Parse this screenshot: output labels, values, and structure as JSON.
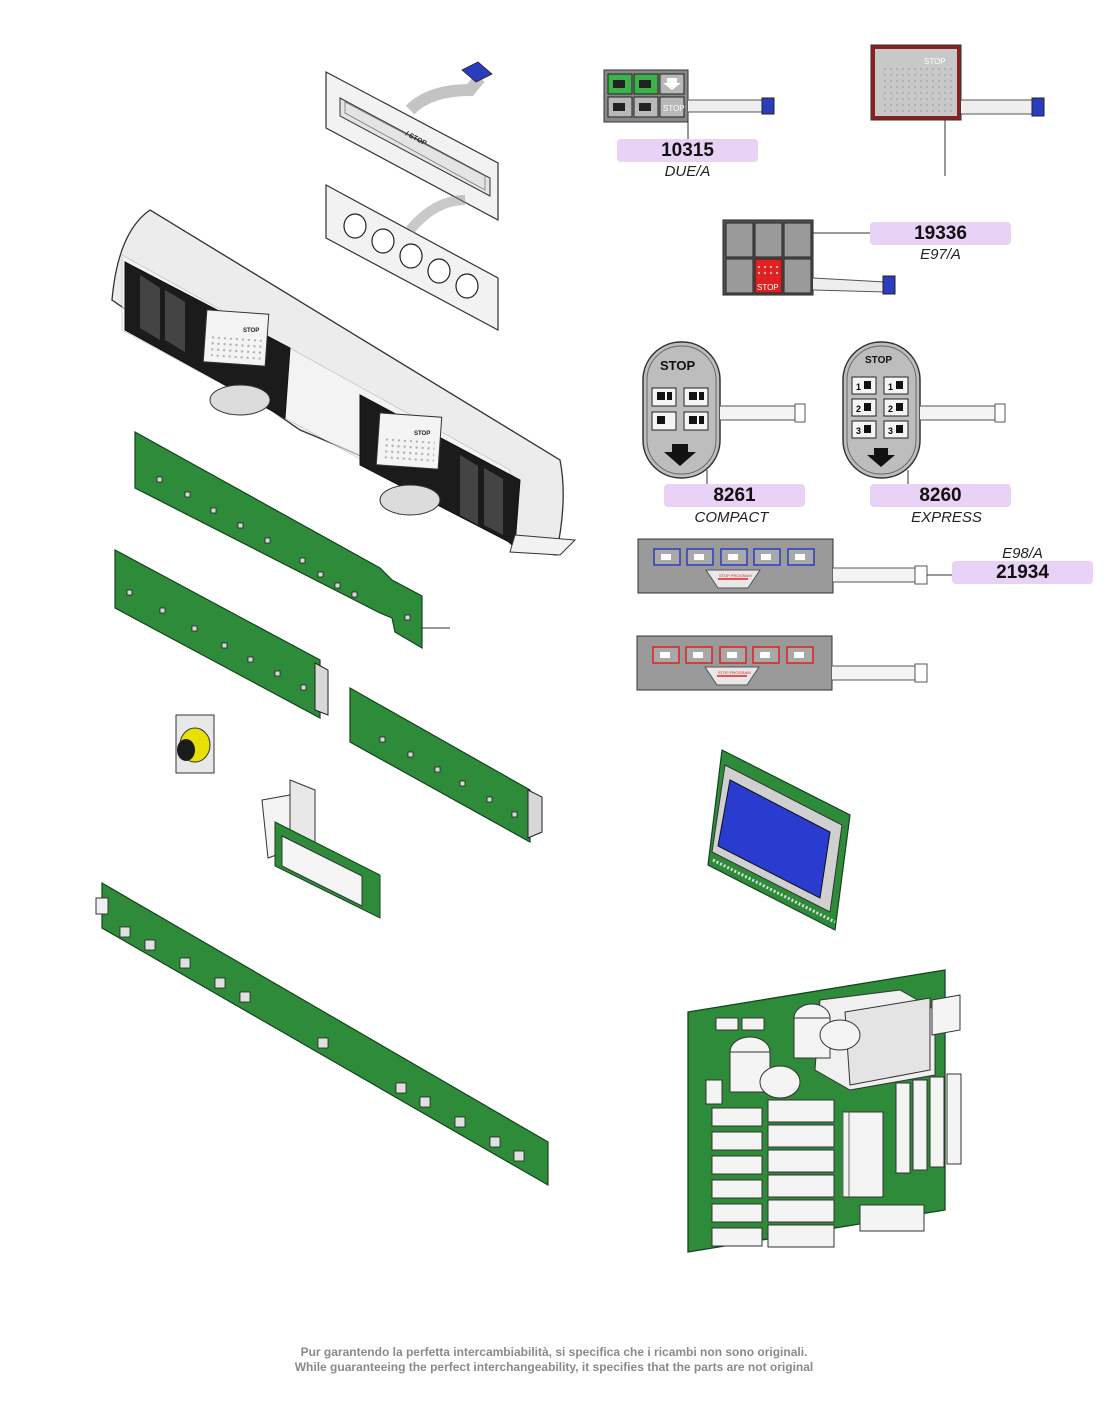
{
  "labels": {
    "p10315": {
      "code": "10315",
      "name": "DUE/A"
    },
    "p19336": {
      "code": "19336",
      "name": "E97/A"
    },
    "p8261": {
      "code": "8261",
      "name": "COMPACT"
    },
    "p8260": {
      "code": "8260",
      "name": "EXPRESS"
    },
    "p21934": {
      "code": "21934",
      "name": "E98/A"
    }
  },
  "panel_text": {
    "stop": "STOP",
    "stop_slash": "/ STOP",
    "stop_program": "STOP PROGRAM",
    "nums": [
      "1",
      "2",
      "3"
    ]
  },
  "footer": {
    "line1": "Pur garantendo la perfetta intercambiabilità, si specifica che i ricambi non sono originali.",
    "line2": "While guaranteeing the perfect interchangeability, it specifies that the parts are not original"
  },
  "colors": {
    "label_bg": "#e8d2f5",
    "pcb_green": "#2e8b3a",
    "keypad_red": "#e02020",
    "keypad_green": "#3cb34a",
    "lcd_blue": "#2a3bd0"
  }
}
